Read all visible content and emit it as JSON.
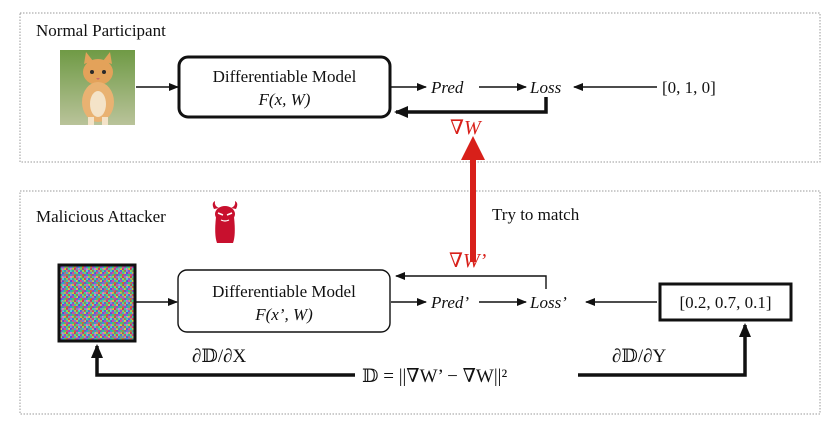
{
  "panels": {
    "normal": {
      "title": "Normal Participant"
    },
    "attacker": {
      "title": "Malicious Attacker"
    }
  },
  "normal_flow": {
    "model_name": "Differentiable Model",
    "model_fn": "F(x, W)",
    "pred": "Pred",
    "loss": "Loss",
    "label": "[0, 1, 0]",
    "grad": "∇W"
  },
  "attacker_flow": {
    "model_name": "Differentiable Model",
    "model_fn": "F(x’, W)",
    "pred": "Pred’",
    "loss": "Loss’",
    "label": "[0.2, 0.7, 0.1]",
    "grad": "∇W’",
    "grad_x": "∂𝔻/∂X",
    "grad_y": "∂𝔻/∂Y",
    "distance": "𝔻 = ||∇W’ − ∇W||²"
  },
  "match_text": "Try to match",
  "colors": {
    "accent_red": "#d8201a",
    "devil_red": "#c8102e",
    "line": "#111111",
    "panel_border": "#9a9a9a"
  },
  "icons": {
    "cat": "cat-photo-icon",
    "noise": "noise-image-icon",
    "devil": "devil-icon"
  }
}
